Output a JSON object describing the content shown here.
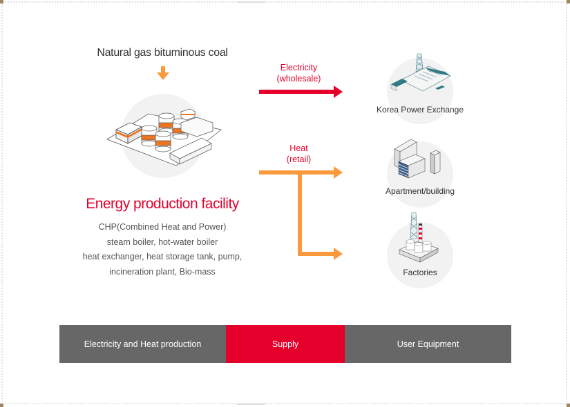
{
  "source": {
    "label": "Natural gas bituminous coal"
  },
  "facility": {
    "title": "Energy production facility",
    "lines": [
      "CHP(Combined Heat and Power)",
      "steam boiler, hot-water boiler",
      "heat exchanger, heat storage tank, pump,",
      "incineration plant, Bio-mass"
    ]
  },
  "flows": {
    "electricity": {
      "line1": "Electricity",
      "line2": "(wholesale)",
      "color": "#e4002b"
    },
    "heat": {
      "line1": "Heat",
      "line2": "(retail)",
      "color": "#fb9a3d"
    }
  },
  "destinations": [
    {
      "label": "Korea Power Exchange",
      "icon": "power-plant-icon"
    },
    {
      "label": "Apartment/building",
      "icon": "apartment-building-icon"
    },
    {
      "label": "Factories",
      "icon": "factory-icon"
    }
  ],
  "stages": [
    {
      "label": "Electricity and Heat production",
      "color": "#676767"
    },
    {
      "label": "Supply",
      "color": "#e4002b",
      "active": true
    },
    {
      "label": "User Equipment",
      "color": "#676767"
    }
  ]
}
